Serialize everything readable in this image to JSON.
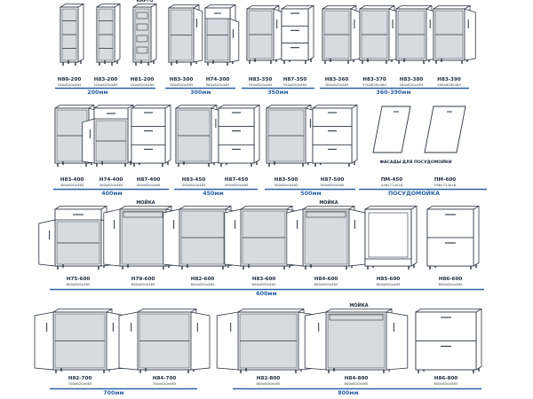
{
  "cabinets": [
    {
      "code": "Н80-200",
      "size": "200x820x465",
      "kind": "open"
    },
    {
      "code": "Н83-200",
      "size": "200x820x465",
      "kind": "open"
    },
    {
      "code": "Н81-200",
      "size": "200x820x465",
      "kind": "cargo",
      "note": "КАРГО"
    },
    {
      "code": "Н83-300",
      "size": "300x820x465",
      "kind": "door-open"
    },
    {
      "code": "Н74-300",
      "size": "300x820x465",
      "kind": "door-closed-top"
    },
    {
      "code": "Н83-350",
      "size": "350x820x465",
      "kind": "door-open"
    },
    {
      "code": "Н87-350",
      "size": "350x820x465",
      "kind": "drawers3"
    },
    {
      "code": "Н83-360",
      "size": "360x820x465",
      "kind": "door-open"
    },
    {
      "code": "Н83-370",
      "size": "370x820x465",
      "kind": "door-open"
    },
    {
      "code": "Н83-380",
      "size": "380x820x465",
      "kind": "door-open"
    },
    {
      "code": "Н83-390",
      "size": "390x820x465",
      "kind": "door-open"
    },
    {
      "code": "Н83-400",
      "size": "400x820x465",
      "kind": "door-open"
    },
    {
      "code": "Н74-400",
      "size": "400x820x465",
      "kind": "drawer-door-open"
    },
    {
      "code": "Н87-400",
      "size": "400x820x465",
      "kind": "drawers3"
    },
    {
      "code": "Н83-450",
      "size": "450x820x465",
      "kind": "door-open"
    },
    {
      "code": "Н87-450",
      "size": "450x820x465",
      "kind": "drawers3"
    },
    {
      "code": "Н83-500",
      "size": "500x820x465",
      "kind": "door-open"
    },
    {
      "code": "Н87-500",
      "size": "500x820x465",
      "kind": "drawers3"
    },
    {
      "code": "Н75-600",
      "size": "600x820x465",
      "kind": "drawer-double-open"
    },
    {
      "code": "Н79-600",
      "size": "600x820x465",
      "kind": "sink-open",
      "note": "МОЙКА"
    },
    {
      "code": "Н82-600",
      "size": "600x820x465",
      "kind": "double-open"
    },
    {
      "code": "Н83-600",
      "size": "600x820x465",
      "kind": "double-open"
    },
    {
      "code": "Н84-600",
      "size": "600x820x465",
      "kind": "sink-open",
      "note": "МОЙКА"
    },
    {
      "code": "Н85-600",
      "size": "600x820x465",
      "kind": "oven"
    },
    {
      "code": "Н86-600",
      "size": "600x820x465",
      "kind": "drawers2"
    },
    {
      "code": "Н82-700",
      "size": "700x820x465",
      "kind": "double-open"
    },
    {
      "code": "Н84-700",
      "size": "700x820x465",
      "kind": "double-open"
    },
    {
      "code": "Н82-800",
      "size": "800x820x465",
      "kind": "double-open"
    },
    {
      "code": "Н84-800",
      "size": "800x820x465",
      "kind": "sink-open",
      "note": "МОЙКА"
    },
    {
      "code": "Н86-800",
      "size": "800x820x465",
      "kind": "drawers2"
    }
  ],
  "facades": {
    "caption": "ФАСАДЫ ДЛЯ ПОСУДОМОЙКИ",
    "items": [
      {
        "code": "ПМ-450",
        "size": "446x714x16"
      },
      {
        "code": "ПМ-600",
        "size": "596x714x16"
      }
    ]
  },
  "groups": [
    {
      "label": "200мм"
    },
    {
      "label": "300мм"
    },
    {
      "label": "350мм"
    },
    {
      "label": "360-390мм"
    },
    {
      "label": "400мм"
    },
    {
      "label": "450мм"
    },
    {
      "label": "500мм"
    },
    {
      "label": "ПОСУДОМОЙКА"
    },
    {
      "label": "600мм"
    },
    {
      "label": "700мм"
    },
    {
      "label": "800мм"
    }
  ],
  "colors": {
    "line": "#2b3440",
    "panel": "#ffffff",
    "inner": "#d7dbdf",
    "group_text": "#2a62a8",
    "group_line": "#2a62a8"
  }
}
